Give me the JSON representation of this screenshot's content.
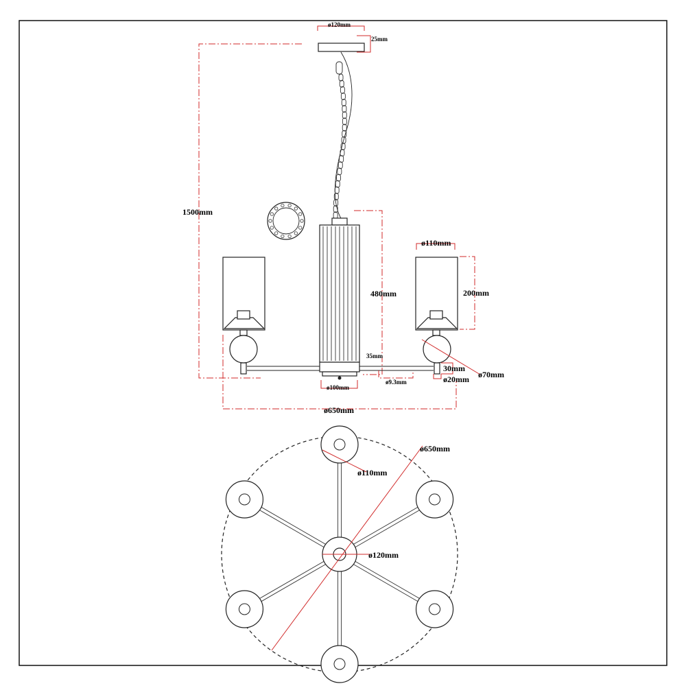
{
  "drawing": {
    "side_view": {
      "canopy_diameter": "ø120mm",
      "canopy_height": "25mm",
      "overall_height": "1500mm",
      "column_height": "480mm",
      "shade_diameter": "ø110mm",
      "shade_height": "200mm",
      "column_base_height": "35mm",
      "column_base_diameter": "ø100mm",
      "arm_tube_diameter": "ø9.3mm",
      "ball_diameter": "ø70mm",
      "knuckle_height": "30mm",
      "knuckle_diameter": "ø20mm",
      "overall_width": "ø650mm"
    },
    "top_view": {
      "overall_diameter": "ø650mm",
      "shade_diameter": "ø110mm",
      "hub_diameter": "ø120mm"
    }
  },
  "colors": {
    "dimension_line": "#d12a2a",
    "outline": "#222222",
    "frame": "#000000"
  }
}
